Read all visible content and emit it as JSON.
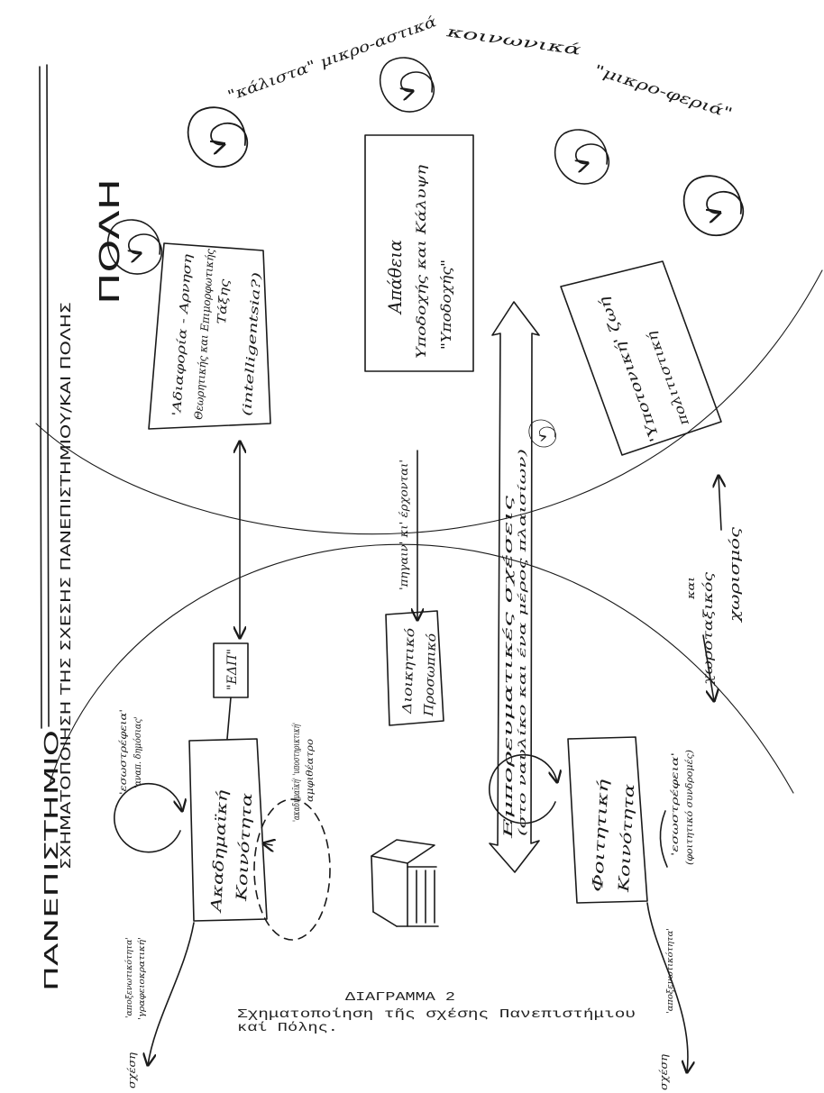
{
  "colors": {
    "ink": "#1a1a1a",
    "paper": "#ffffff"
  },
  "side_title": "ΣΧΗΜΑΤΟΠΟΙΗΣΗ ΤΗΣ ΣΧΕΣΗΣ ΠΑΝΕΠΙΣΤΗΜΙΟΥ/ΚΑΙ ΠΟΛΗΣ",
  "regions": {
    "city": "ΠΟΛΗ",
    "university": "ΠΑΝΕΠΙΣΤΗΜΙΟ"
  },
  "top_text": [
    "\"κάλιστα\" μικρο-αστικά",
    "κοινωνικά",
    "\"μικρο-φεριά\""
  ],
  "boxes": {
    "attitude": [
      "'Αδιαφορία - Αρνηση",
      "Θεωρητικής και Επιμορφωτικής",
      "Τάξης",
      "(intelligentsia?)"
    ],
    "apathy": [
      "Απάθεια",
      "Υποδοχής και Κάλυψη",
      "\"Υποδοχής\""
    ],
    "cultural": [
      "'Υποτονική' ζωή",
      "πολιτιστική"
    ],
    "edp": "\"ΕΔΠ\"",
    "admin": [
      "Διοικητικό",
      "Προσωπικό"
    ],
    "academic": [
      "Ακαδημαϊκή",
      "Κοινότητα"
    ],
    "student": [
      "Φοιτητική",
      "Κοινότητα"
    ]
  },
  "arrows": {
    "commute": "'πηγαιν' κι' έρχονται'",
    "commercial": [
      "Εμπορευματικές σχέσεις",
      "(στο ναυλίκο και ένα μέρος πλαισίων)"
    ],
    "segregation": [
      "και",
      "χωροταξικός",
      "χωρισμός"
    ]
  },
  "notes": {
    "academic_loop": [
      "'εσωστρέφεια'",
      "'αναπ. δημόσιας'"
    ],
    "academic_dashed": [
      "'ακαδημαϊκή' 'υποστηρικτική'",
      "αμφιθέατρο"
    ],
    "academic_bottom": [
      "'αποξενωτικότητα'",
      "'γραφειοκρατική'"
    ],
    "academic_relation": "σχέση",
    "student_loop": [
      "'εσωστρέφεια'",
      "(φοιτητικό συνδρομές)"
    ],
    "student_bottom": "'αποξενωτικότητα'",
    "student_relation": "σχέση"
  },
  "caption": {
    "title": "ΔΙΑΓΡΑΜΜΑ 2",
    "line1": "Σχηματοποίηση τῆς σχέσης Πανεπιστήμιου",
    "line2": "καί Πόλης."
  }
}
